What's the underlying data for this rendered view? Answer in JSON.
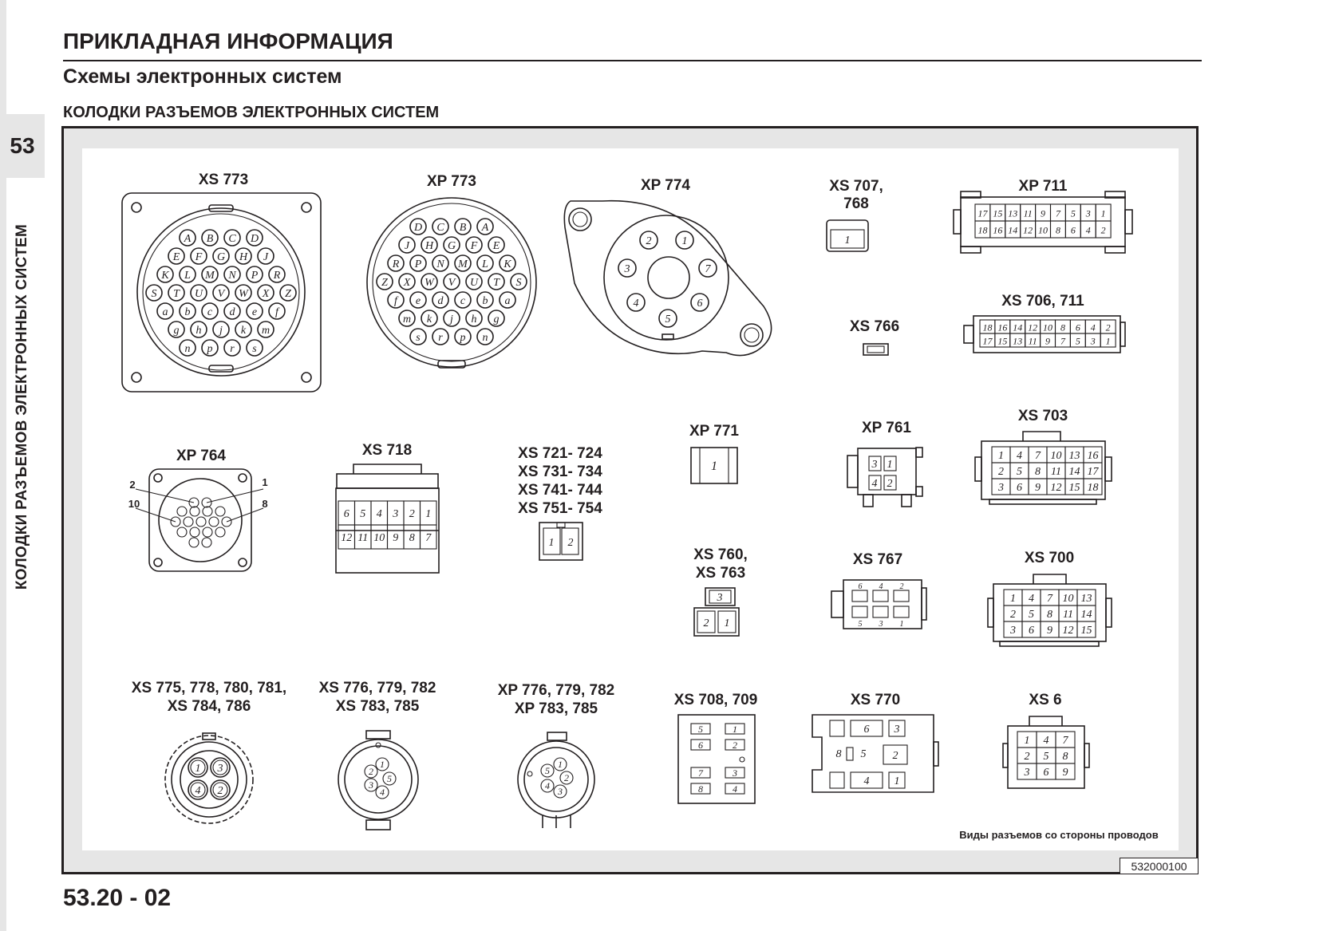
{
  "header": {
    "title": "ПРИКЛАДНАЯ ИНФОРМАЦИЯ",
    "subtitle": "Схемы электронных систем",
    "section": "КОЛОДКИ РАЗЪЕМОВ ЭЛЕКТРОННЫХ СИСТЕМ"
  },
  "sidebar": {
    "chapter": "53",
    "title": "КОЛОДКИ РАЗЪЕМОВ ЭЛЕКТРОННЫХ СИСТЕМ"
  },
  "footer": {
    "page_number": "53.20 - 02",
    "figure_code": "532000100"
  },
  "figure": {
    "note": "Виды разъемов со стороны проводов"
  },
  "connectors": {
    "xs773": {
      "label": "XS 773",
      "rows": [
        [
          "A",
          "B",
          "C",
          "D"
        ],
        [
          "E",
          "F",
          "G",
          "H",
          "J"
        ],
        [
          "K",
          "L",
          "M",
          "N",
          "P",
          "R"
        ],
        [
          "S",
          "T",
          "U",
          "V",
          "W",
          "X",
          "Z"
        ],
        [
          "a",
          "b",
          "c",
          "d",
          "e",
          "f"
        ],
        [
          "g",
          "h",
          "j",
          "k",
          "m"
        ],
        [
          "n",
          "p",
          "r",
          "s"
        ]
      ]
    },
    "xp773": {
      "label": "XP 773",
      "rows": [
        [
          "D",
          "C",
          "B",
          "A"
        ],
        [
          "J",
          "H",
          "G",
          "F",
          "E"
        ],
        [
          "R",
          "P",
          "N",
          "M",
          "L",
          "K"
        ],
        [
          "Z",
          "X",
          "W",
          "V",
          "U",
          "T",
          "S"
        ],
        [
          "f",
          "e",
          "d",
          "c",
          "b",
          "a"
        ],
        [
          "m",
          "k",
          "j",
          "h",
          "g"
        ],
        [
          "s",
          "r",
          "p",
          "n"
        ]
      ]
    },
    "xp774": {
      "label": "XP 774",
      "pins": [
        "1",
        "2",
        "3",
        "4",
        "5",
        "6",
        "7"
      ]
    },
    "xs707": {
      "label_1": "XS 707,",
      "label_2": "768",
      "pins": [
        "1"
      ]
    },
    "xp711": {
      "label": "XP 711",
      "rows": [
        [
          "17",
          "15",
          "13",
          "11",
          "9",
          "7",
          "5",
          "3",
          "1"
        ],
        [
          "18",
          "16",
          "14",
          "12",
          "10",
          "8",
          "6",
          "4",
          "2"
        ]
      ]
    },
    "xs706": {
      "label": "XS 706, 711",
      "rows": [
        [
          "18",
          "16",
          "14",
          "12",
          "10",
          "8",
          "6",
          "4",
          "2"
        ],
        [
          "17",
          "15",
          "13",
          "11",
          "9",
          "7",
          "5",
          "3",
          "1"
        ]
      ]
    },
    "xs766": {
      "label": "XS 766"
    },
    "xp764": {
      "label": "XP 764",
      "callouts": [
        "2",
        "1",
        "10",
        "8"
      ]
    },
    "xs718": {
      "label": "XS 718",
      "rows": [
        [
          "6",
          "5",
          "4",
          "3",
          "2",
          "1"
        ],
        [
          "12",
          "11",
          "10",
          "9",
          "8",
          "7"
        ]
      ]
    },
    "xs721": {
      "label_1": "XS 721- 724",
      "label_2": "XS 731- 734",
      "label_3": "XS 741- 744",
      "label_4": "XS 751- 754",
      "pins": [
        "1",
        "2"
      ]
    },
    "xp771": {
      "label": "XP 771",
      "pins": [
        "1"
      ]
    },
    "xp761": {
      "label": "XP 761",
      "pins": [
        "3",
        "1",
        "4",
        "2"
      ]
    },
    "xs703": {
      "label": "XS 703",
      "rows": [
        [
          "1",
          "4",
          "7",
          "10",
          "13",
          "16"
        ],
        [
          "2",
          "5",
          "8",
          "11",
          "14",
          "17"
        ],
        [
          "3",
          "6",
          "9",
          "12",
          "15",
          "18"
        ]
      ]
    },
    "xs760": {
      "label_1": "XS 760,",
      "label_2": "XS 763",
      "pins": [
        "3",
        "2",
        "1"
      ]
    },
    "xs767": {
      "label": "XS 767",
      "pins": [
        "6",
        "4",
        "2",
        "5",
        "3",
        "1"
      ]
    },
    "xs700": {
      "label": "XS 700",
      "rows": [
        [
          "1",
          "4",
          "7",
          "10",
          "13"
        ],
        [
          "2",
          "5",
          "8",
          "11",
          "14"
        ],
        [
          "3",
          "6",
          "9",
          "12",
          "15"
        ]
      ]
    },
    "xs775": {
      "label_1": "XS 775, 778, 780, 781,",
      "label_2": "XS 784, 786",
      "pins": [
        "1",
        "3",
        "4",
        "2"
      ]
    },
    "xs776": {
      "label_1": "XS 776, 779, 782",
      "label_2": "XS 783, 785",
      "pins": [
        "1",
        "2",
        "3",
        "4",
        "5"
      ]
    },
    "xp776": {
      "label_1": "XP 776, 779, 782",
      "label_2": "XP 783, 785",
      "pins": [
        "1",
        "2",
        "3",
        "4",
        "5"
      ]
    },
    "xs708": {
      "label": "XS 708, 709",
      "pins": [
        "5",
        "1",
        "6",
        "2",
        "7",
        "3",
        "8",
        "4"
      ]
    },
    "xs770": {
      "label": "XS 770",
      "pins": [
        "6",
        "3",
        "8",
        "5",
        "2",
        "4",
        "1"
      ]
    },
    "xs6": {
      "label": "XS 6",
      "rows": [
        [
          "1",
          "4",
          "7"
        ],
        [
          "2",
          "5",
          "8"
        ],
        [
          "3",
          "6",
          "9"
        ]
      ]
    }
  }
}
